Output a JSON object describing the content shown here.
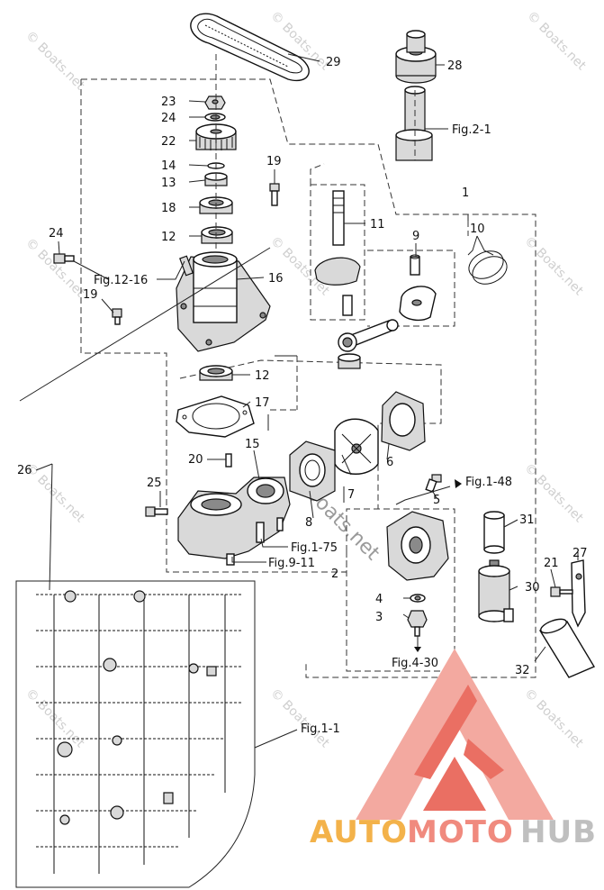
{
  "callouts": [
    "1",
    "2",
    "3",
    "4",
    "5",
    "6",
    "7",
    "8",
    "9",
    "10",
    "11",
    "12",
    "12",
    "13",
    "14",
    "15",
    "16",
    "17",
    "18",
    "19",
    "19",
    "20",
    "21",
    "22",
    "23",
    "24",
    "24",
    "25",
    "26",
    "27",
    "28",
    "29",
    "30",
    "31",
    "32"
  ],
  "references": {
    "fig_2_1": "Fig.2-1",
    "fig_12_16": "Fig.12-16",
    "fig_1_48": "Fig.1-48",
    "fig_1_75": "Fig.1-75",
    "fig_9_11": "Fig.9-11",
    "fig_4_30": "Fig.4-30",
    "fig_1_1": "Fig.1-1"
  },
  "watermark": {
    "small": "© Boats.net",
    "large": "© Boats.net"
  },
  "brand": {
    "part1": "AUTO",
    "part2": "MOTO",
    "part3": "HUB",
    "logo_colors": {
      "light": "#f3a9a0",
      "dark": "#ea6f63",
      "orange": "#f3b24a",
      "gray": "#bfbfbf"
    }
  }
}
